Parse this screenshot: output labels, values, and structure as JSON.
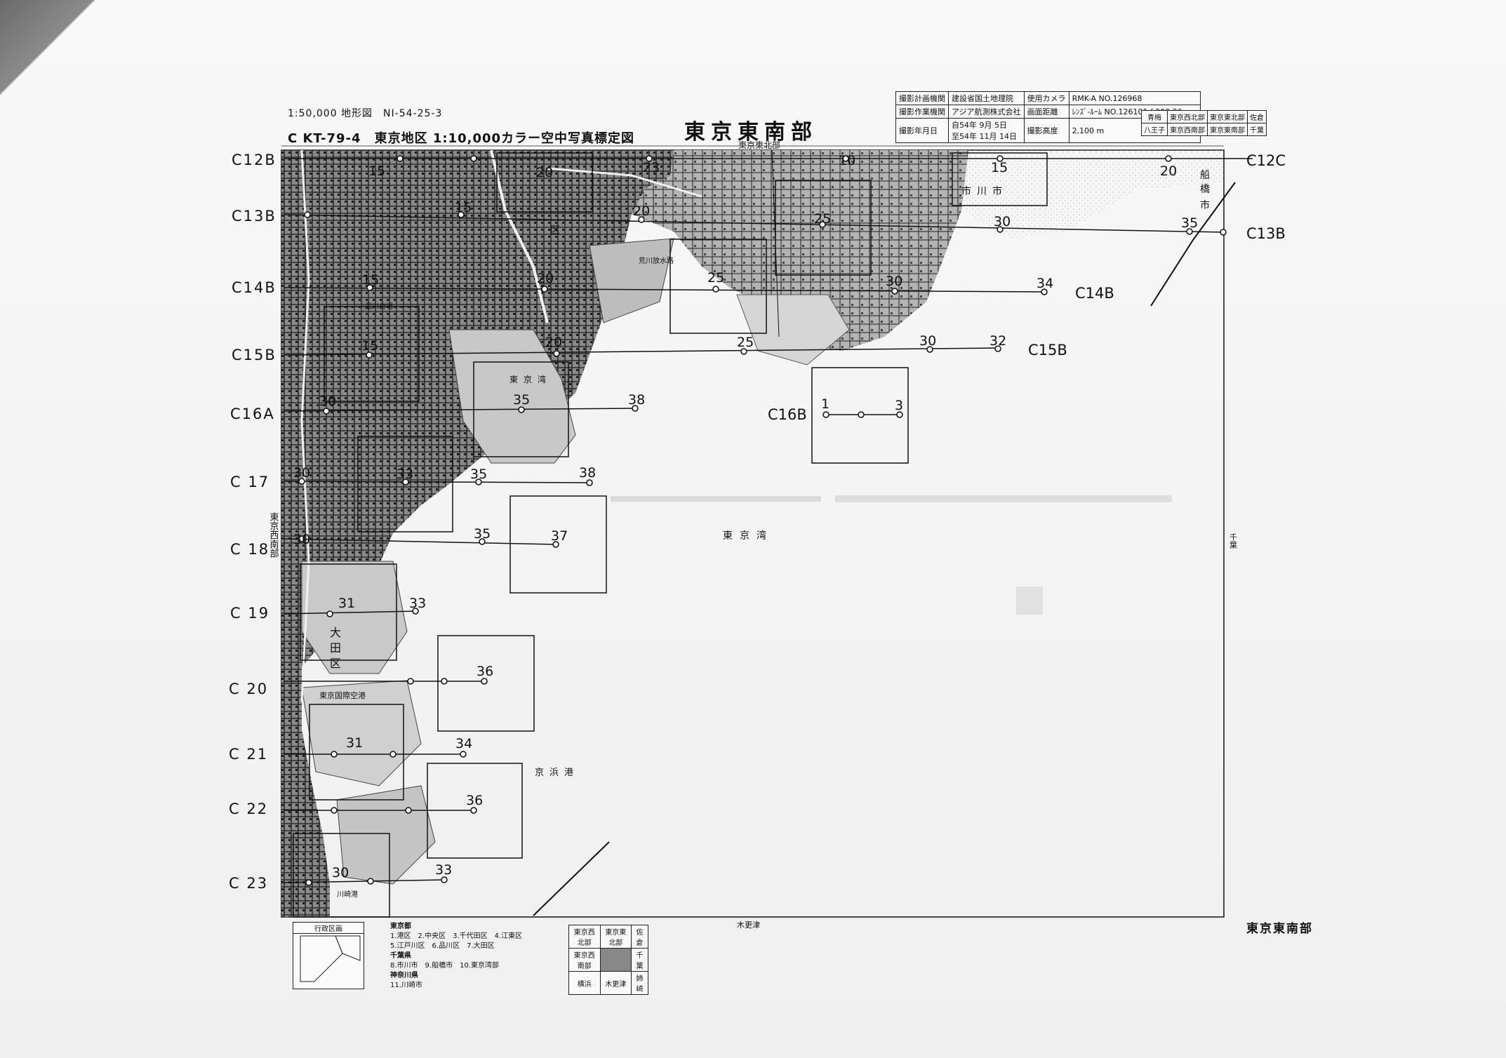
{
  "header": {
    "scale_note": "1:50,000 地形図　NI-54-25-3",
    "code_line": "C KT-79-4　東京地区 1:10,000カラー空中写真標定図",
    "title": "東京東南部",
    "north_sheet": "東京東北部"
  },
  "info_table": {
    "plan_org_label": "撮影計画機関",
    "plan_org": "建設省国土地理院",
    "camera_label": "使用カメラ",
    "camera": "RMK-A NO.126968",
    "work_org_label": "撮影作業機関",
    "work_org": "アジア航測株式会社",
    "focal_label": "画面距離",
    "focal": "ﾚﾝｽﾞ-ﾙｰﾑ NO.126101 f:208.26mm",
    "date_label": "撮影年月日",
    "date_from": "自54年 9月 5日",
    "date_to": "至54年 11月 14日",
    "altitude_label": "撮影高度",
    "altitude": "2,100 m"
  },
  "adjacent_sheets": {
    "row1": [
      "青梅",
      "東京西北部",
      "東京東北部",
      "佐倉"
    ],
    "row2": [
      "八王子",
      "東京西南部",
      "東京東南部",
      "千葉"
    ]
  },
  "flight_lines_left": [
    "C12B",
    "C13B",
    "C14B",
    "C15B",
    "C16A",
    "C 17",
    "C 18",
    "C 19",
    "C 20",
    "C 21",
    "C 22",
    "C 23"
  ],
  "flight_lines_right": {
    "c12c": "C12C",
    "c13b": "C13B",
    "c14b": "C14B",
    "c15b": "C15B",
    "c16b": "C16B"
  },
  "photo_numbers": {
    "l12": [
      "15",
      "20",
      "23",
      "10",
      "15",
      "20"
    ],
    "l13": [
      "15",
      "20",
      "25",
      "30",
      "35"
    ],
    "l14": [
      "15",
      "20",
      "25",
      "30",
      "34"
    ],
    "l15": [
      "15",
      "20",
      "25",
      "30",
      "32"
    ],
    "l16a": [
      "30",
      "35",
      "38"
    ],
    "l16b": [
      "1",
      "3"
    ],
    "l17": [
      "30",
      "33",
      "35",
      "38"
    ],
    "l18": [
      "30",
      "35",
      "37"
    ],
    "l19": [
      "31",
      "33"
    ],
    "l20": [
      "36"
    ],
    "l21": [
      "31",
      "34"
    ],
    "l22": [
      "36"
    ],
    "l23": [
      "30",
      "33"
    ]
  },
  "map_labels": {
    "tokyo_bay": "東京湾",
    "tokyo_bay_north": "東京湾",
    "keihin_port": "京浜港",
    "ichikawa": "市川市",
    "funabashi_1": "船",
    "funabashi_2": "橋",
    "funabashi_3": "市",
    "ota_1": "大",
    "ota_2": "田",
    "ota_3": "区",
    "haneda": "東京国際空港",
    "kisarazu": "木更津",
    "chiba": "千葉",
    "west_sheet": "東京西南部",
    "corner_sheet": "東京東南部",
    "ward": "区",
    "arakawa": "荒川放水路",
    "shinagawa_dai": "品川台場",
    "kawasaki_port": "川崎港"
  },
  "admin_legend": {
    "title": "行政区画",
    "tokyo": "東京都",
    "wards_1": "1.港区　2.中央区　3.千代田区　4.江東区",
    "wards_2": "5.江戸川区　6.品川区　7.大田区",
    "chiba": "千葉県",
    "chiba_cities": "8.市川市　9.船橋市　10.東京湾部",
    "kanagawa": "神奈川県",
    "kanagawa_cities": "11.川崎市"
  },
  "index_grid": {
    "r1": [
      "東京西北部",
      "東京東北部",
      "佐倉"
    ],
    "r2": [
      "東京西南部",
      "",
      "千葉"
    ],
    "r3": [
      "横浜",
      "木更津",
      "姉崎"
    ]
  },
  "colors": {
    "ink": "#111111",
    "paper": "#f6f6f6",
    "map_dark": "#2a2a2a",
    "sea_dots": "#b5b5b5"
  }
}
